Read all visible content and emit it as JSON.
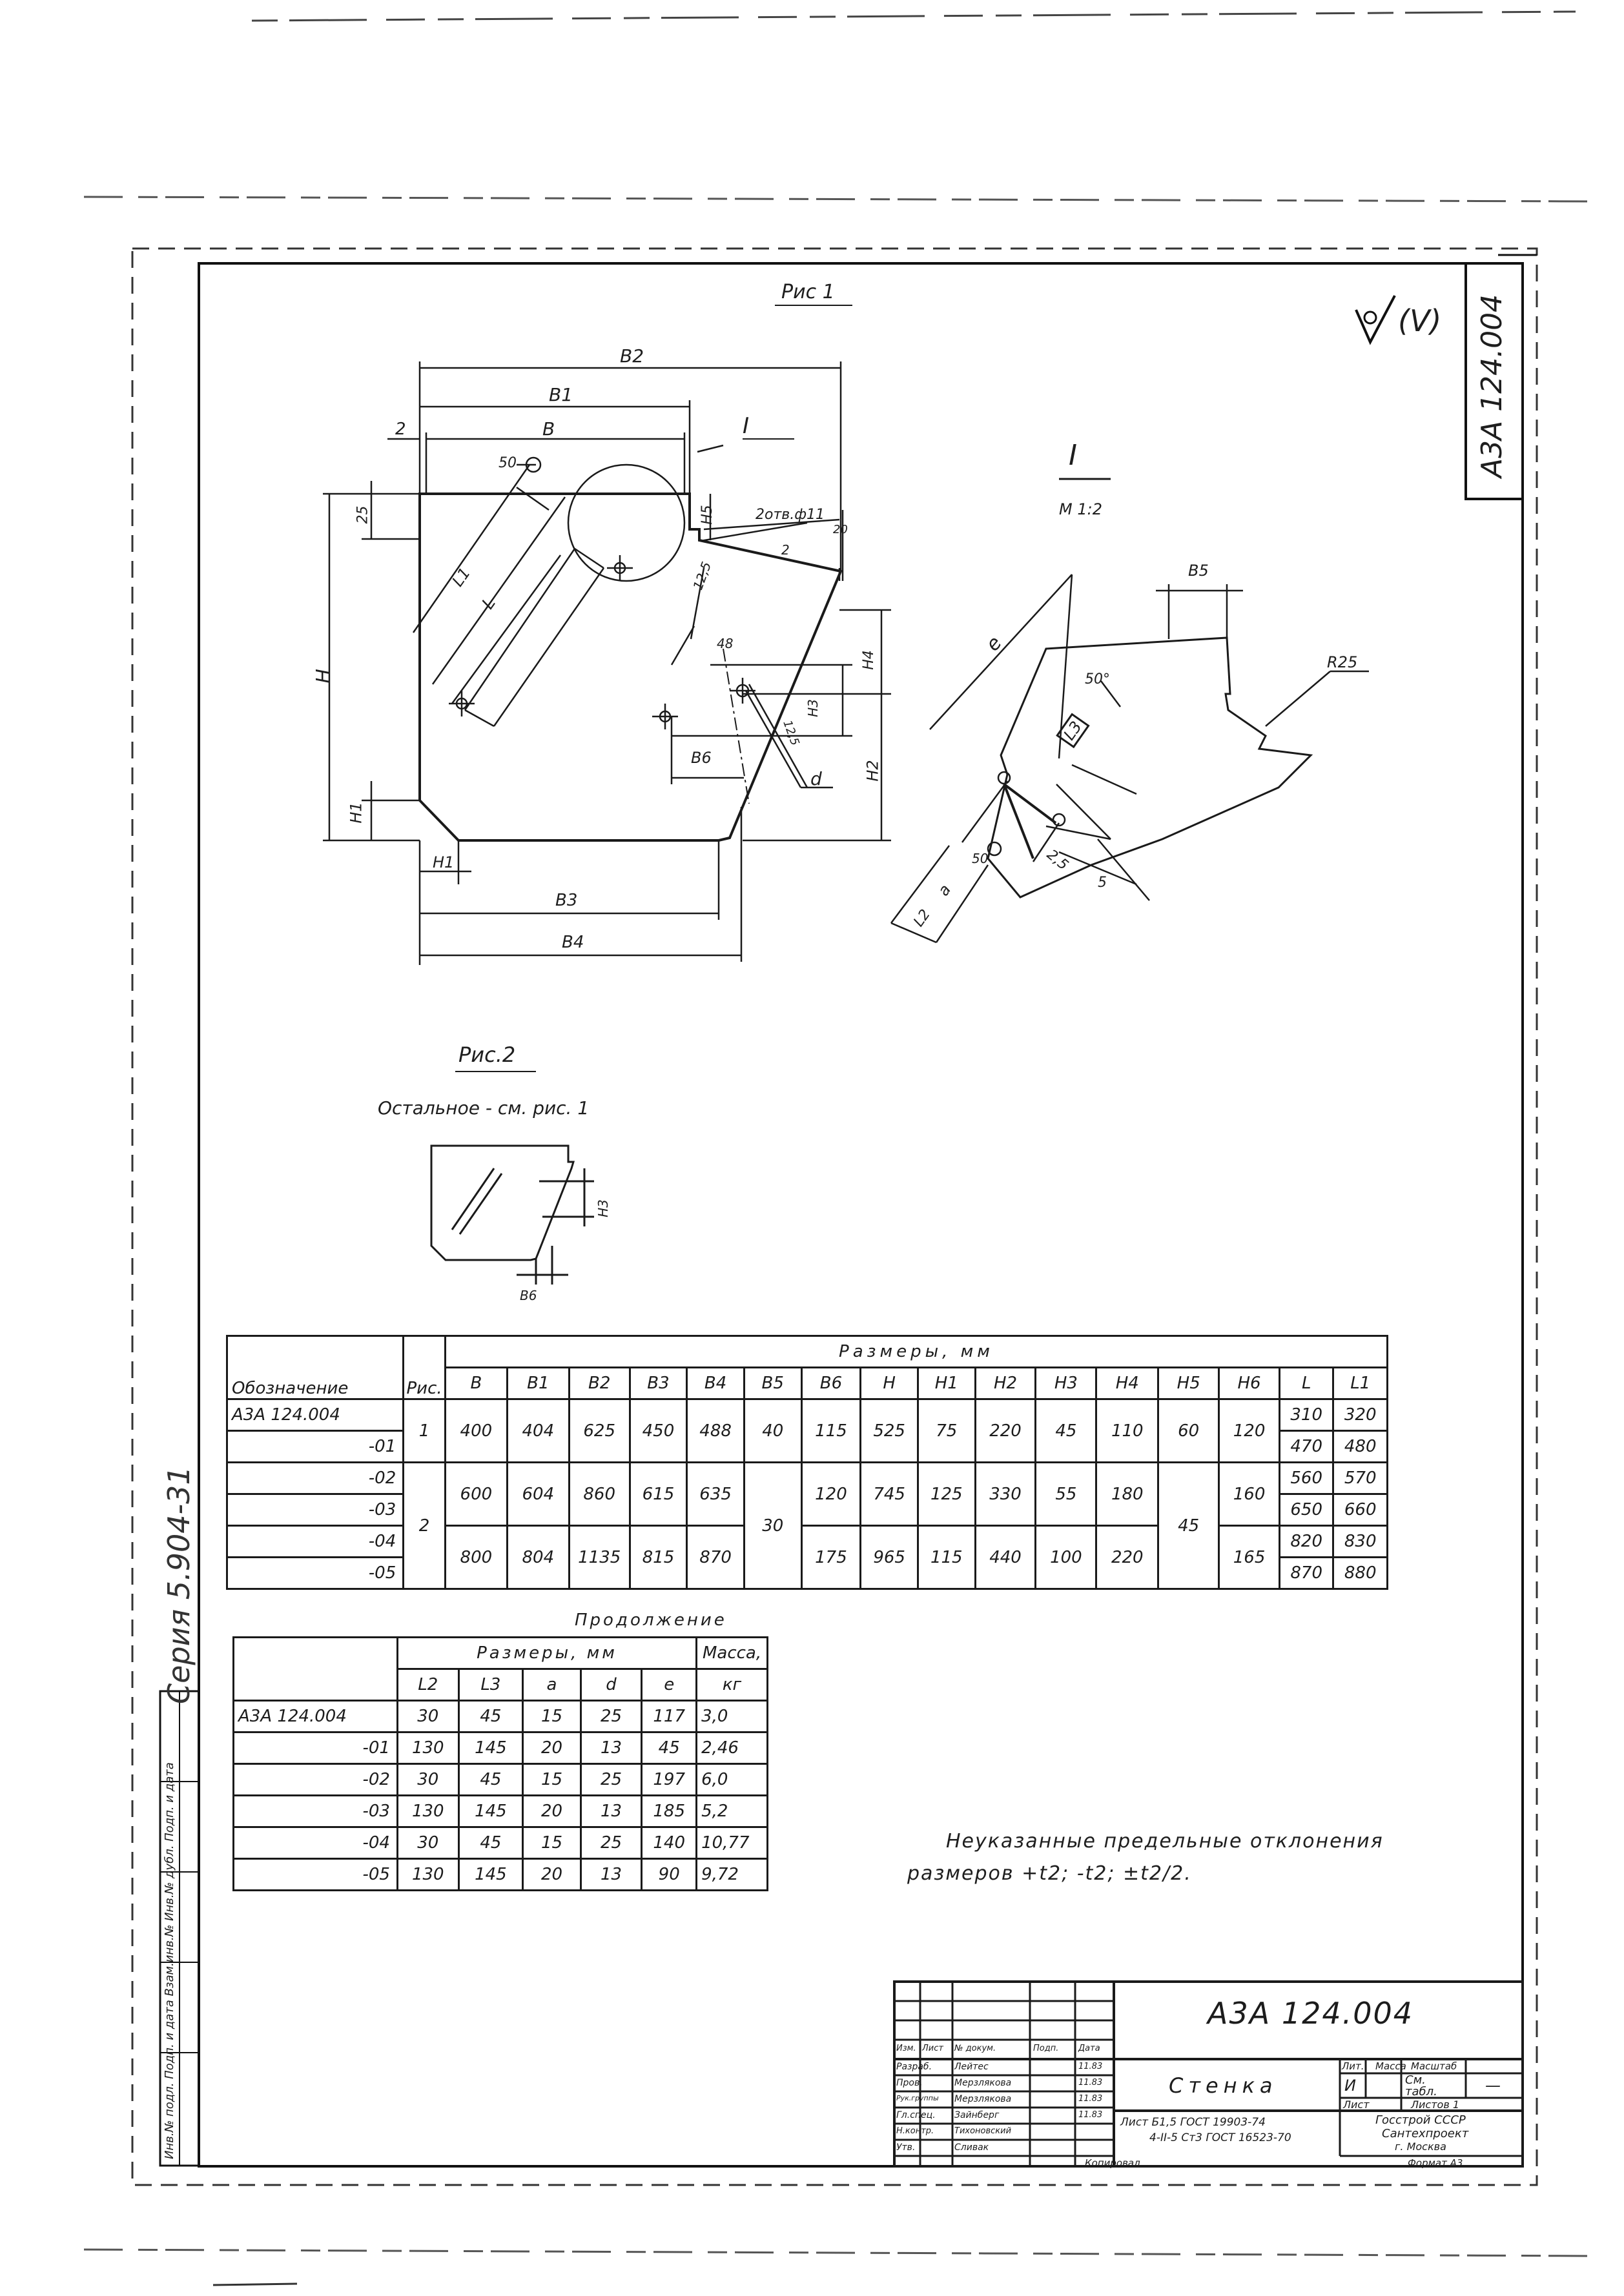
{
  "drawing": {
    "corner_mark": "(V)",
    "stamp_vertical": "А3А 124.004",
    "series_vertical": "Серия 5.904-31",
    "left_strip": "Инв.№ подл.  Подп. и дата  Взам.инв.№  Инв.№ дубл.  Подп. и дата"
  },
  "figure1": {
    "title": "Рис 1",
    "labels": {
      "B2": "B2",
      "B1": "B1",
      "B": "B",
      "gap": "2",
      "hole": "50",
      "I": "I",
      "d25": "25",
      "H5": "H5",
      "holes": "2отв.ф11",
      "d20": "20",
      "d2": "2",
      "d125a": "12,5",
      "L1": "L1",
      "L": "L",
      "H": "H",
      "d48": "48",
      "H4": "H4",
      "H3": "H3",
      "d125b": "12,5",
      "B6": "B6",
      "d": "d",
      "H2": "H2",
      "H1": "H1",
      "H1b": "H1",
      "B3": "B3",
      "B4": "B4"
    }
  },
  "detail": {
    "title": "I",
    "scale": "М 1:2",
    "labels": {
      "B5": "B5",
      "e": "e",
      "angle": "50°",
      "R": "R25",
      "L3": "L3",
      "hole": "50",
      "d25": "2,5",
      "d5": "5",
      "a": "a",
      "L2": "L2"
    }
  },
  "figure2": {
    "title": "Рис.2",
    "note": "Остальное - см. рис. 1",
    "labels": {
      "H3": "H3",
      "B6": "B6"
    }
  },
  "table1": {
    "group_header": "Размеры,   мм",
    "headers": [
      "Обозначение",
      "Рис.",
      "B",
      "B1",
      "B2",
      "B3",
      "B4",
      "B5",
      "B6",
      "H",
      "H1",
      "H2",
      "H3",
      "H4",
      "H5",
      "H6",
      "L",
      "L1"
    ],
    "designations": [
      "А3А 124.004",
      "-01",
      "-02",
      "-03",
      "-04",
      "-05"
    ],
    "fig": [
      "1",
      "2"
    ],
    "rows_top": [
      [
        "400",
        "404",
        "625",
        "450",
        "488",
        "40",
        "115",
        "525",
        "75",
        "220",
        "45",
        "110",
        "60",
        "120"
      ],
      [
        "600",
        "604",
        "860",
        "615",
        "635",
        "30",
        "120",
        "745",
        "125",
        "330",
        "55",
        "180",
        "45",
        "160"
      ],
      [
        "800",
        "804",
        "1135",
        "815",
        "870",
        "",
        "175",
        "965",
        "115",
        "440",
        "100",
        "220",
        "",
        "165"
      ]
    ],
    "L": [
      "310",
      "470",
      "560",
      "650",
      "820",
      "870"
    ],
    "L1": [
      "320",
      "480",
      "570",
      "660",
      "830",
      "880"
    ]
  },
  "table2": {
    "caption": "Продолжение",
    "group_header": "Размеры,   мм",
    "mass_header": "Масса,",
    "mass_unit": "кг",
    "headers": [
      "L2",
      "L3",
      "a",
      "d",
      "e"
    ],
    "rows": [
      [
        "А3А 124.004",
        "30",
        "45",
        "15",
        "25",
        "117",
        "3,0"
      ],
      [
        "-01",
        "130",
        "145",
        "20",
        "13",
        "45",
        "2,46"
      ],
      [
        "-02",
        "30",
        "45",
        "15",
        "25",
        "197",
        "6,0"
      ],
      [
        "-03",
        "130",
        "145",
        "20",
        "13",
        "185",
        "5,2"
      ],
      [
        "-04",
        "30",
        "45",
        "15",
        "25",
        "140",
        "10,77"
      ],
      [
        "-05",
        "130",
        "145",
        "20",
        "13",
        "90",
        "9,72"
      ]
    ]
  },
  "note": {
    "line1": "Неуказанные   предельные   отклонения",
    "line2": "размеров   +t2;   -t2;   ±t2/2."
  },
  "title_block": {
    "code": "А3А 124.004",
    "name": "Стенка",
    "lit_header": "Лит.",
    "mass_header": "Масса",
    "scale_header": "Масштаб",
    "lit": "И",
    "mass": "См. табл.",
    "scale": "—",
    "sheet": "Лист",
    "sheets": "Листов 1",
    "material_1": "Лист  Б1,5 ГОСТ 19903-74",
    "material_2": "4-II-5 Ст3 ГОСТ 16523-70",
    "org_1": "Госстрой СССР",
    "org_2": "Сантехпроект",
    "org_3": "г. Москва",
    "copied": "Копировал",
    "format": "Формат  А3",
    "rows": [
      [
        "Изм.",
        "Лист",
        "№ докум.",
        "Подп.",
        "Дата"
      ],
      [
        "Разраб.",
        "Лейтес",
        "",
        "",
        "11.83"
      ],
      [
        "Пров.",
        "Мерзлякова",
        "",
        "",
        "11.83"
      ],
      [
        "Рук.группы",
        "Мерзлякова",
        "",
        "",
        "11.83"
      ],
      [
        "Гл.спец.",
        "Зайнберг",
        "",
        "",
        "11.83"
      ],
      [
        "Н.контр.",
        "Тихоновский",
        "",
        "",
        ""
      ],
      [
        "Утв.",
        "Сливак",
        "",
        "",
        ""
      ]
    ]
  }
}
